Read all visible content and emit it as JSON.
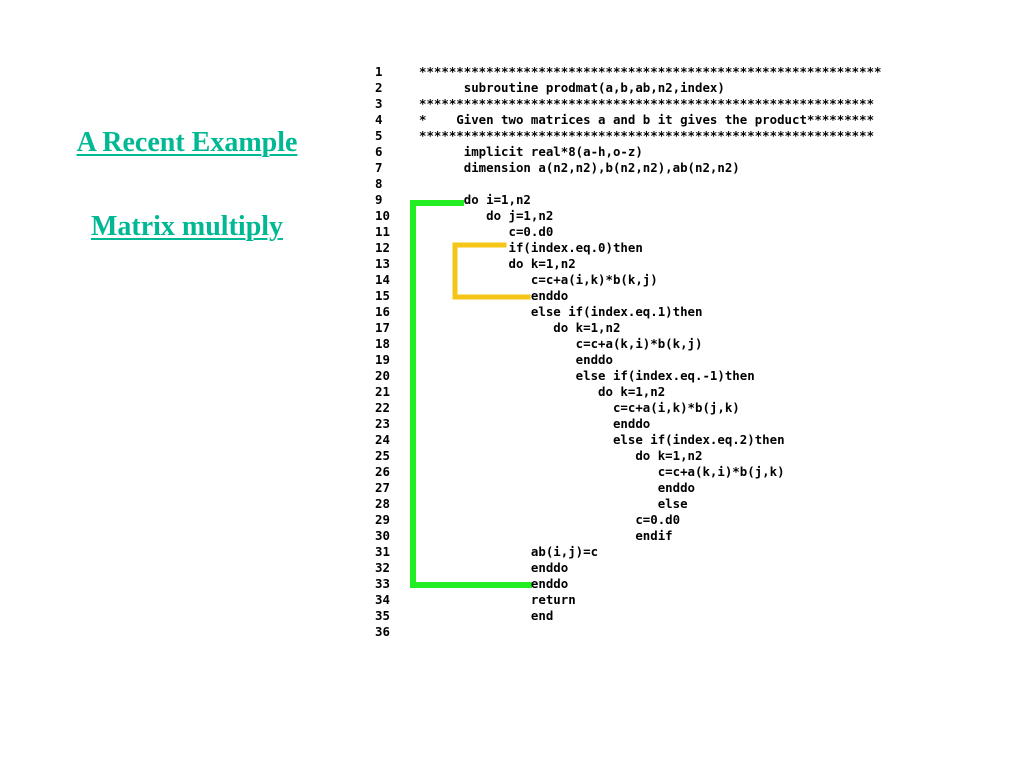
{
  "slide": {
    "title": "A Recent Example",
    "subtitle": "Matrix multiply"
  },
  "colors": {
    "title": "#00b894",
    "outer_loop_bracket": "#22ee22",
    "inner_loop_bracket": "#f5c518",
    "code_text": "#000000"
  },
  "code": {
    "line_numbers": [
      "1",
      "2",
      "3",
      "4",
      "5",
      "6",
      "7",
      "8",
      "9",
      "10",
      "11",
      "12",
      "13",
      "14",
      "15",
      "16",
      "17",
      "18",
      "19",
      "20",
      "21",
      "22",
      "23",
      "24",
      "25",
      "26",
      "27",
      "28",
      "29",
      "30",
      "31",
      "32",
      "33",
      "34",
      "35",
      "36"
    ],
    "lines": [
      "**************************************************************",
      "      subroutine prodmat(a,b,ab,n2,index)",
      "*************************************************************",
      "*    Given two matrices a and b it gives the product*********",
      "*************************************************************",
      "      implicit real*8(a-h,o-z)",
      "      dimension a(n2,n2),b(n2,n2),ab(n2,n2)",
      "",
      "      do i=1,n2",
      "         do j=1,n2",
      "            c=0.d0",
      "            if(index.eq.0)then",
      "            do k=1,n2",
      "               c=c+a(i,k)*b(k,j)",
      "               enddo",
      "               else if(index.eq.1)then",
      "                  do k=1,n2",
      "                     c=c+a(k,i)*b(k,j)",
      "                     enddo",
      "                     else if(index.eq.-1)then",
      "                        do k=1,n2",
      "                          c=c+a(i,k)*b(j,k)",
      "                          enddo",
      "                          else if(index.eq.2)then",
      "                             do k=1,n2",
      "                                c=c+a(k,i)*b(j,k)",
      "                                enddo",
      "                                else",
      "                             c=0.d0",
      "                             endif",
      "               ab(i,j)=c",
      "               enddo",
      "               enddo",
      "               return",
      "               end",
      ""
    ]
  }
}
